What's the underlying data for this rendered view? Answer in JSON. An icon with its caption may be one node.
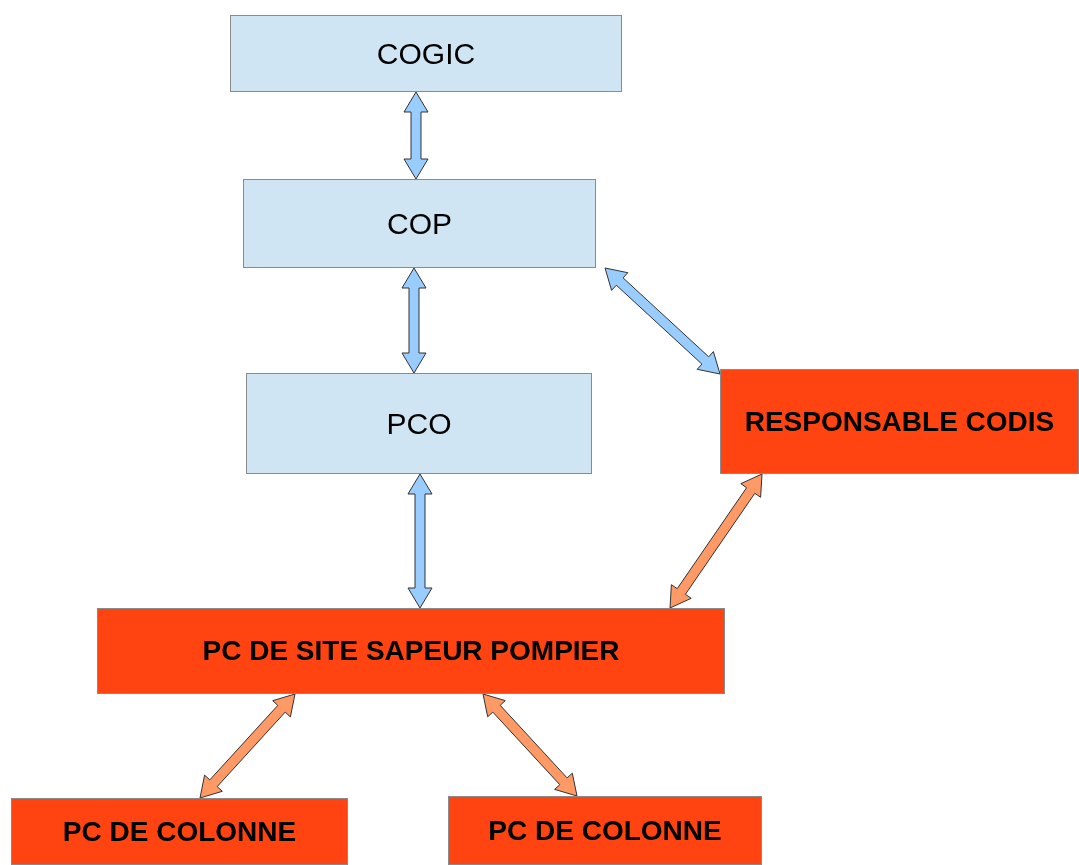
{
  "diagram": {
    "nodes": [
      {
        "text": [
          "COGIC"
        ]
      },
      {
        "text": [
          "COP"
        ]
      },
      {
        "text": [
          "PCO"
        ]
      },
      {
        "text": [
          "RESPONSABLE CODIS"
        ]
      },
      {
        "text": [
          "PC DE SITE SAPEUR POMPIER"
        ]
      },
      {
        "text": [
          "PC DE COLONNE"
        ]
      },
      {
        "text": [
          "PC DE COLONNE"
        ]
      }
    ],
    "edges": [
      {
        "from": 0,
        "to": 1,
        "arrow": "both",
        "color": "#99ccff"
      },
      {
        "from": 1,
        "to": 2,
        "arrow": "both",
        "color": "#99ccff"
      },
      {
        "from": 1,
        "to": 3,
        "arrow": "both",
        "color": "#99ccff"
      },
      {
        "from": 2,
        "to": 4,
        "arrow": "both",
        "color": "#99ccff"
      },
      {
        "from": 3,
        "to": 4,
        "arrow": "both",
        "color": "#ff9966"
      },
      {
        "from": 4,
        "to": 5,
        "arrow": "both",
        "color": "#ff9966"
      },
      {
        "from": 4,
        "to": 6,
        "arrow": "both",
        "color": "#ff9966"
      }
    ]
  }
}
